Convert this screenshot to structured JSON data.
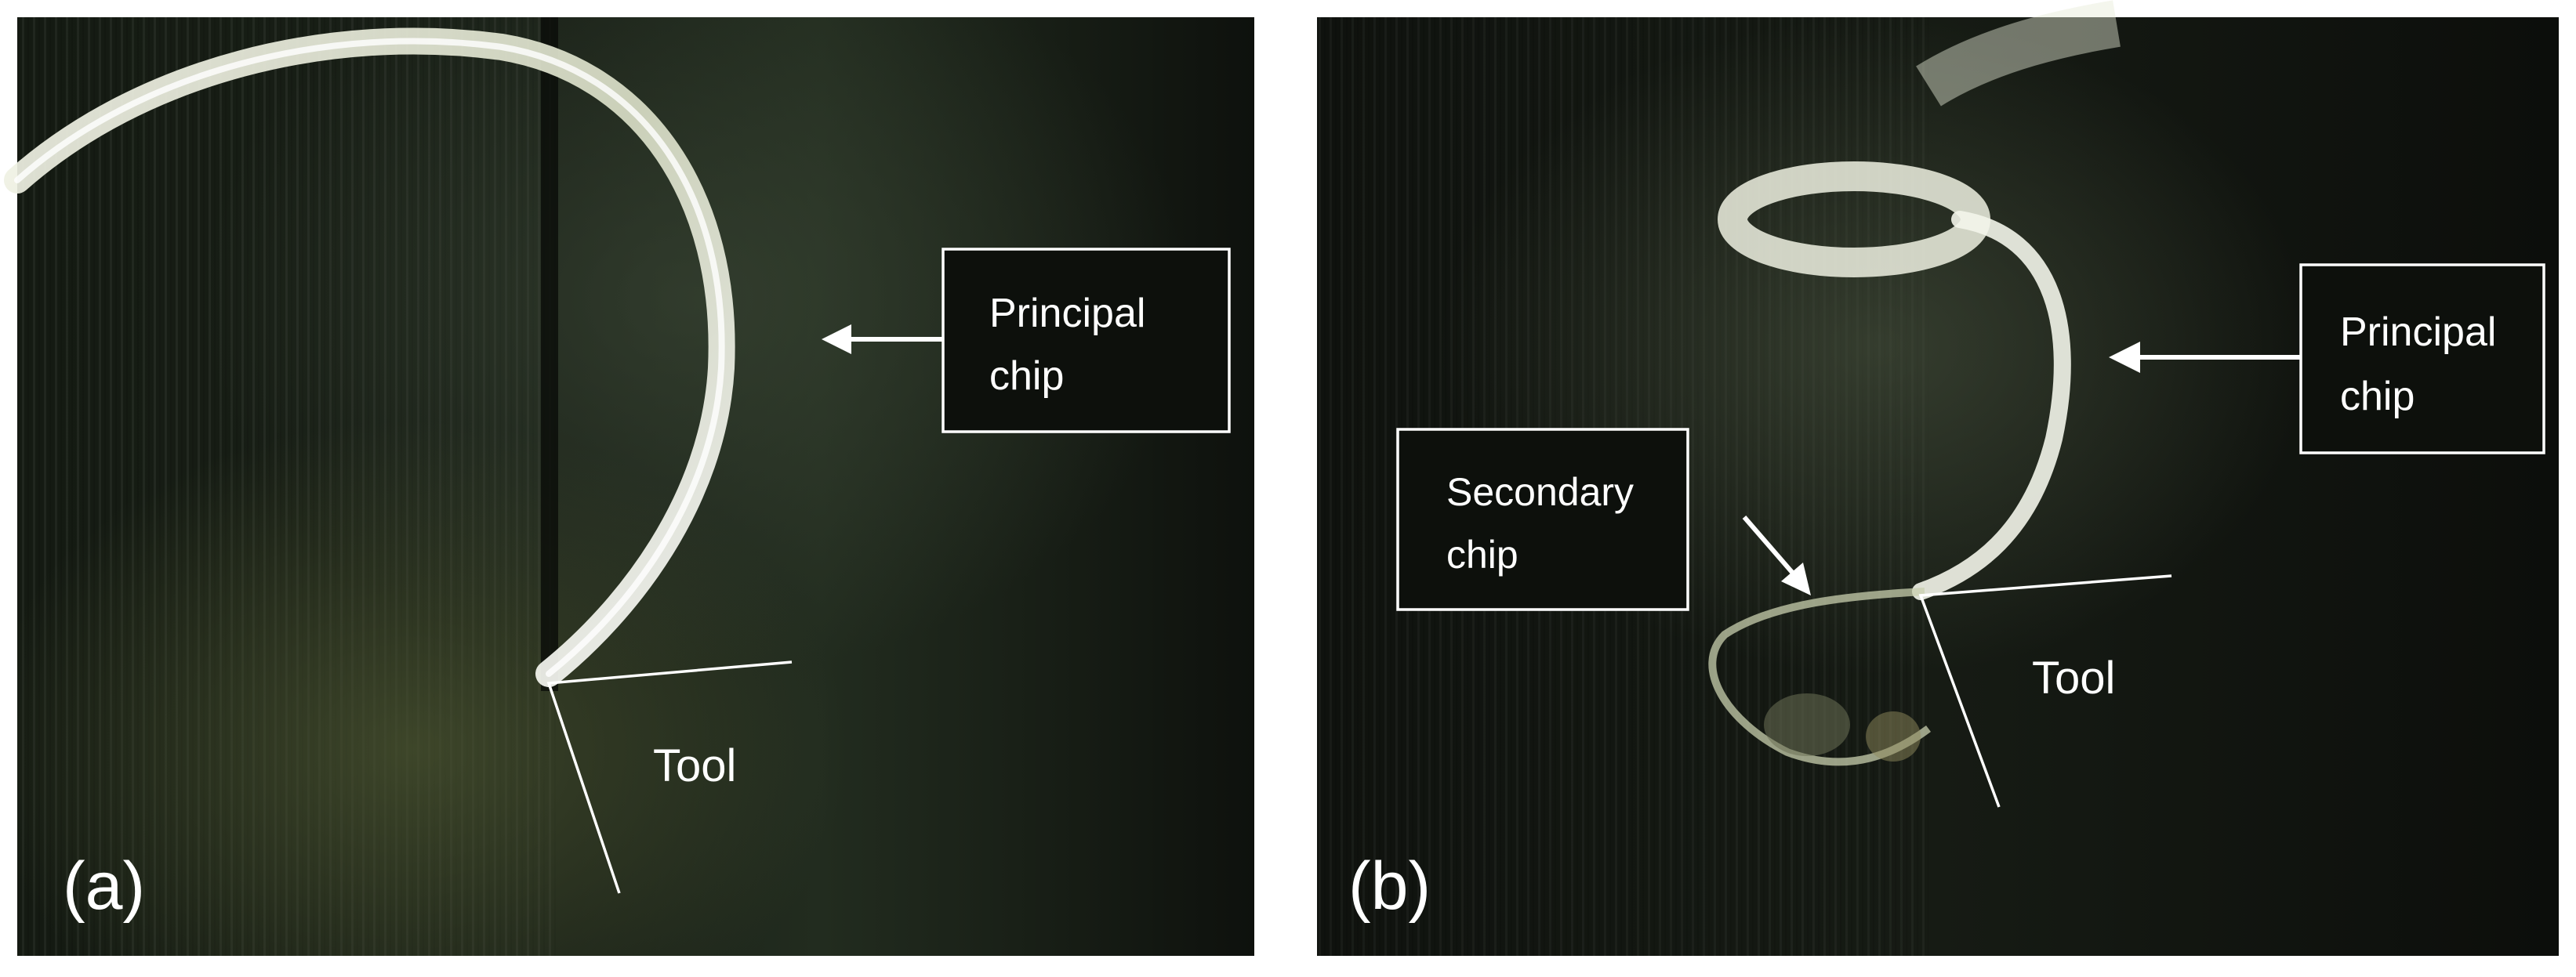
{
  "panels": [
    {
      "id": "a",
      "panel_label": "(a)",
      "callout_principal": [
        "Principal",
        "chip"
      ],
      "tool_label": "Tool"
    },
    {
      "id": "b",
      "panel_label": "(b)",
      "callout_principal": [
        "Principal",
        "chip"
      ],
      "callout_secondary": [
        "Secondary",
        "chip"
      ],
      "tool_label": "Tool"
    }
  ]
}
